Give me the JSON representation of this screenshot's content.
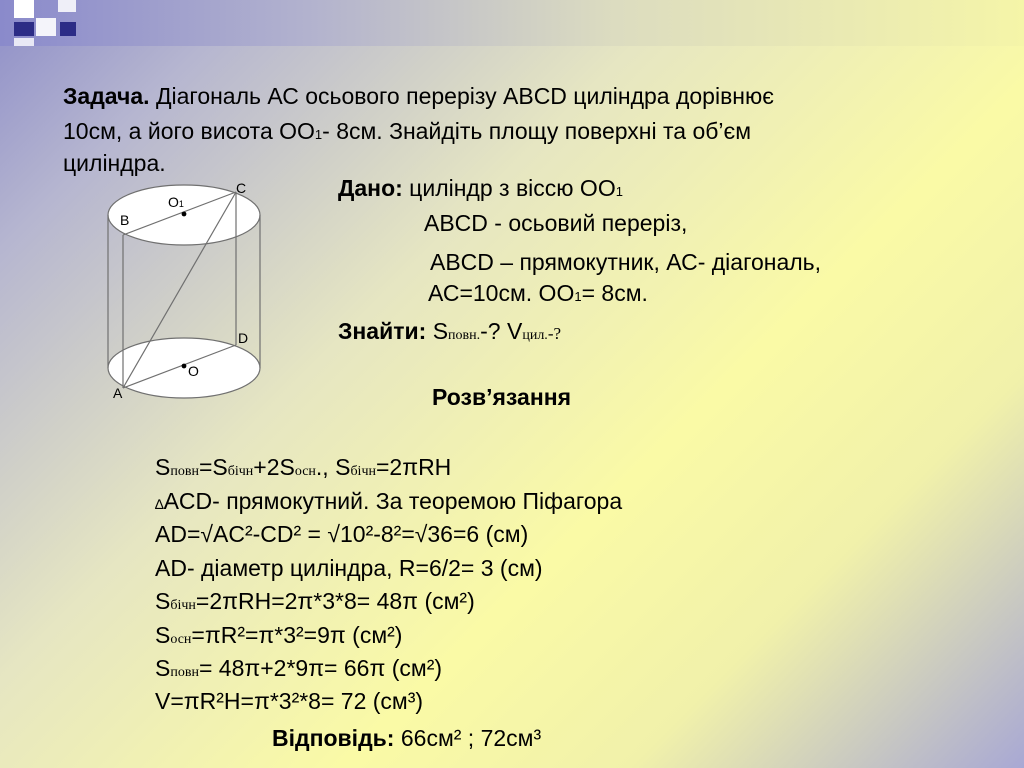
{
  "problem": {
    "label": "Задача.",
    "line1": "Діагональ АС осьового перерізу ABCD циліндра дорівнює",
    "line2_a": "10см, а його висота ОО",
    "line2_sub": "1",
    "line2_b": "- 8см. Знайдіть площу поверхні та об’єм",
    "line3": "циліндра."
  },
  "figure": {
    "labels": {
      "a": "A",
      "b": "B",
      "c": "C",
      "d": "D",
      "o": "O",
      "o1": "O",
      "o1_sub": "1"
    }
  },
  "given": {
    "label": "Дано:",
    "line1_a": "циліндр з віссю ОО",
    "line1_sub": "1",
    "line2": "ABCD - осьовий переріз,",
    "line3": "ABCD – прямокутник, АС- діагональ,",
    "line4_a": "АС=10см. ОО",
    "line4_sub": "1",
    "line4_b": "= 8см."
  },
  "find": {
    "label": "Знайти:",
    "s": "S",
    "s_sub": "повн.",
    "mid": "-? V",
    "v_sub": "цил.",
    "end": "-?"
  },
  "solution": {
    "title": "Розв’язання",
    "l1": {
      "a": "S",
      "a_sub": "повн",
      "b": "=S",
      "b_sub": "бічн",
      "c": "+2S",
      "c_sub": "осн",
      "d": "., S",
      "d_sub": "бічн",
      "e": "=2πRH"
    },
    "l2": {
      "tri": "∆",
      "text": "ACD- прямокутний. За теоремою Піфагора"
    },
    "l3": "AD=√AC²-CD² = √10²-8²=√36=6 (см)",
    "l4": "AD- діаметр циліндра, R=6/2= 3 (см)",
    "l5": {
      "a": "S",
      "a_sub": "бічн",
      "b": "=2πRH=2π*3*8= 48π (см²)"
    },
    "l6": {
      "a": "S",
      "a_sub": "осн",
      "b": "=πR²=π*3²=9π  (см²)"
    },
    "l7": {
      "a": "S",
      "a_sub": "повн",
      "b": "= 48π+2*9π= 66π (см²)"
    },
    "l8": "V=πR²H=π*3²*8= 72 (см³)",
    "answer_label": "Відповідь:",
    "answer_value": "66см² ; 72см³"
  },
  "colors": {
    "figure_stroke": "#707070",
    "square_white": "#ffffff",
    "square_navy": "#2c2c86"
  }
}
